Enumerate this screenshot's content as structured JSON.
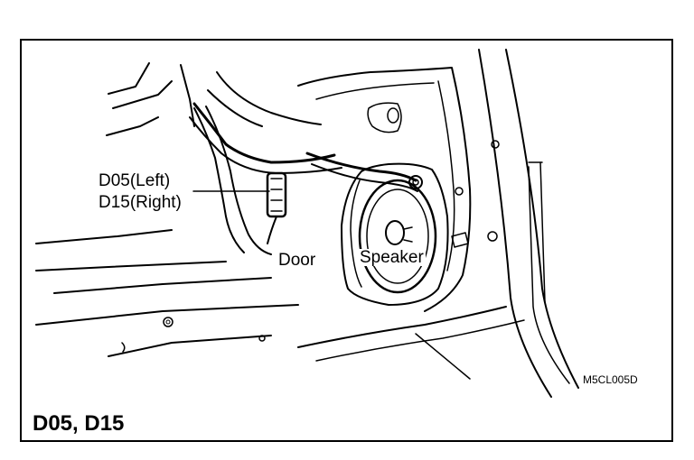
{
  "figure": {
    "connector_label_left": "D05(Left)",
    "connector_label_right": "D15(Right)",
    "door_label": "Door",
    "speaker_label": "Speaker",
    "figure_code": "M5CL005D",
    "caption": "D05, D15"
  }
}
